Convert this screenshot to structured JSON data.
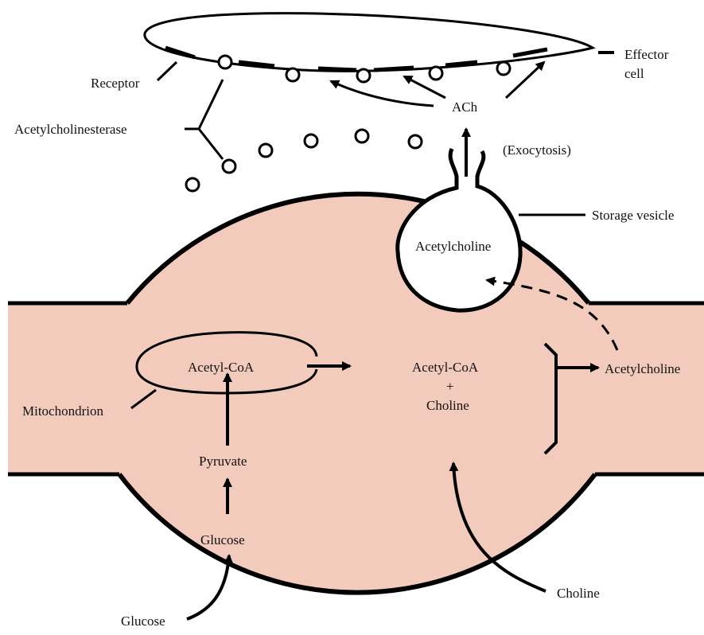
{
  "labels": {
    "effector_cell_line1": "Effector",
    "effector_cell_line2": "cell",
    "receptor": "Receptor",
    "acetylcholinesterase": "Acetylcholinesterase",
    "ach": "ACh",
    "exocytosis": "(Exocytosis)",
    "storage_vesicle": "Storage vesicle",
    "vesicle_content": "Acetylcholine",
    "mito_acetyl_coa": "Acetyl-CoA",
    "mitochondrion": "Mitochondrion",
    "pyruvate": "Pyruvate",
    "glucose_inside": "Glucose",
    "glucose_outside": "Glucose",
    "cyto_acetyl_coa": "Acetyl-CoA",
    "plus": "+",
    "cyto_choline": "Choline",
    "acetylcholine_product": "Acetylcholine",
    "choline_outside": "Choline"
  },
  "colors": {
    "cytoplasm": "#f3cbbd",
    "membrane": "#000000",
    "background": "#ffffff"
  }
}
